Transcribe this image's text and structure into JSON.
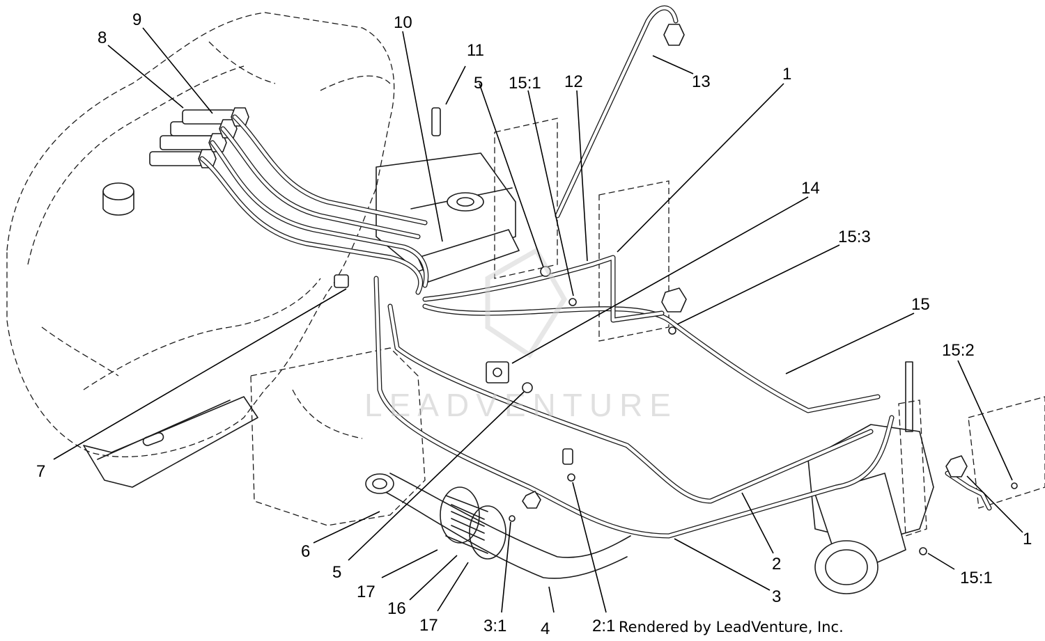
{
  "callouts": [
    {
      "id": "c1",
      "label": "1"
    },
    {
      "id": "c1b",
      "label": "1"
    },
    {
      "id": "c2",
      "label": "2"
    },
    {
      "id": "c2-1",
      "label": "2:1"
    },
    {
      "id": "c3",
      "label": "3"
    },
    {
      "id": "c3-1",
      "label": "3:1"
    },
    {
      "id": "c4",
      "label": "4"
    },
    {
      "id": "c5a",
      "label": "5"
    },
    {
      "id": "c5b",
      "label": "5"
    },
    {
      "id": "c6",
      "label": "6"
    },
    {
      "id": "c7",
      "label": "7"
    },
    {
      "id": "c8",
      "label": "8"
    },
    {
      "id": "c9",
      "label": "9"
    },
    {
      "id": "c10",
      "label": "10"
    },
    {
      "id": "c11",
      "label": "11"
    },
    {
      "id": "c12",
      "label": "12"
    },
    {
      "id": "c13",
      "label": "13"
    },
    {
      "id": "c14",
      "label": "14"
    },
    {
      "id": "c15",
      "label": "15"
    },
    {
      "id": "c15-1a",
      "label": "15:1"
    },
    {
      "id": "c15-1b",
      "label": "15:1"
    },
    {
      "id": "c15-2",
      "label": "15:2"
    },
    {
      "id": "c15-3",
      "label": "15:3"
    },
    {
      "id": "c16",
      "label": "16"
    },
    {
      "id": "c17a",
      "label": "17"
    },
    {
      "id": "c17b",
      "label": "17"
    }
  ],
  "watermark": {
    "text": "LEADVENTURE"
  },
  "credit": {
    "text": "Rendered by LeadVenture, Inc."
  }
}
